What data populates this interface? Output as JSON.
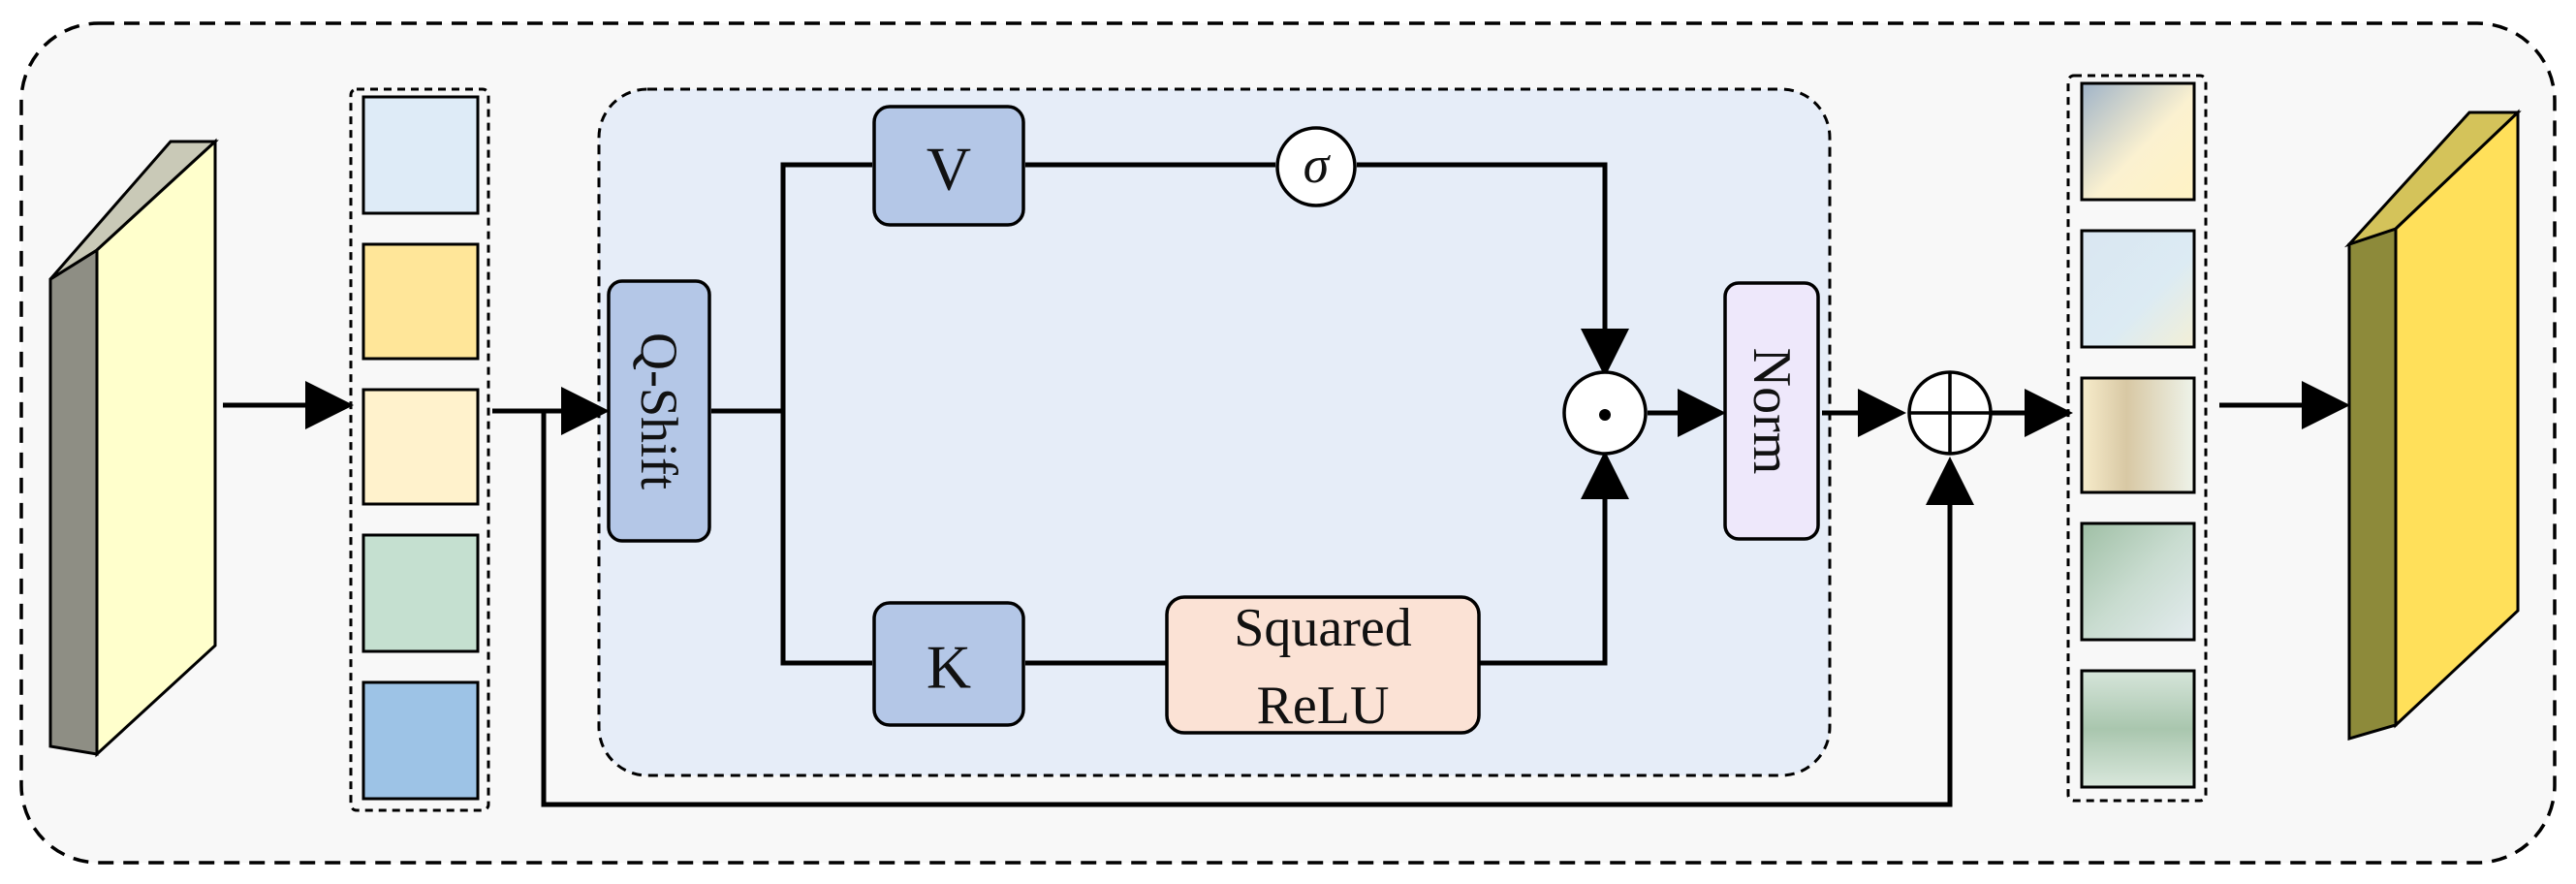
{
  "blocks": {
    "qshift": "Q-Shift",
    "v": "V",
    "k": "K",
    "squared_relu_line1": "Squared",
    "squared_relu_line2": "ReLU",
    "norm": "Norm"
  },
  "operators": {
    "sigma": "σ",
    "dot": "·",
    "plus": "+"
  },
  "colors": {
    "outer_bg": "#f8f8f8",
    "inner_bg": "#e6edf8",
    "qkv_block": "#b4c7e7",
    "squared_relu_block": "#fbe2d5",
    "norm_block": "#eee8fb",
    "input_slab_front": "#ffffcc",
    "output_slab_front": "#ffe05a",
    "token_colors": [
      "#deebf7",
      "#ffe699",
      "#fff2cc",
      "#c5e0d0",
      "#9dc3e6"
    ]
  }
}
